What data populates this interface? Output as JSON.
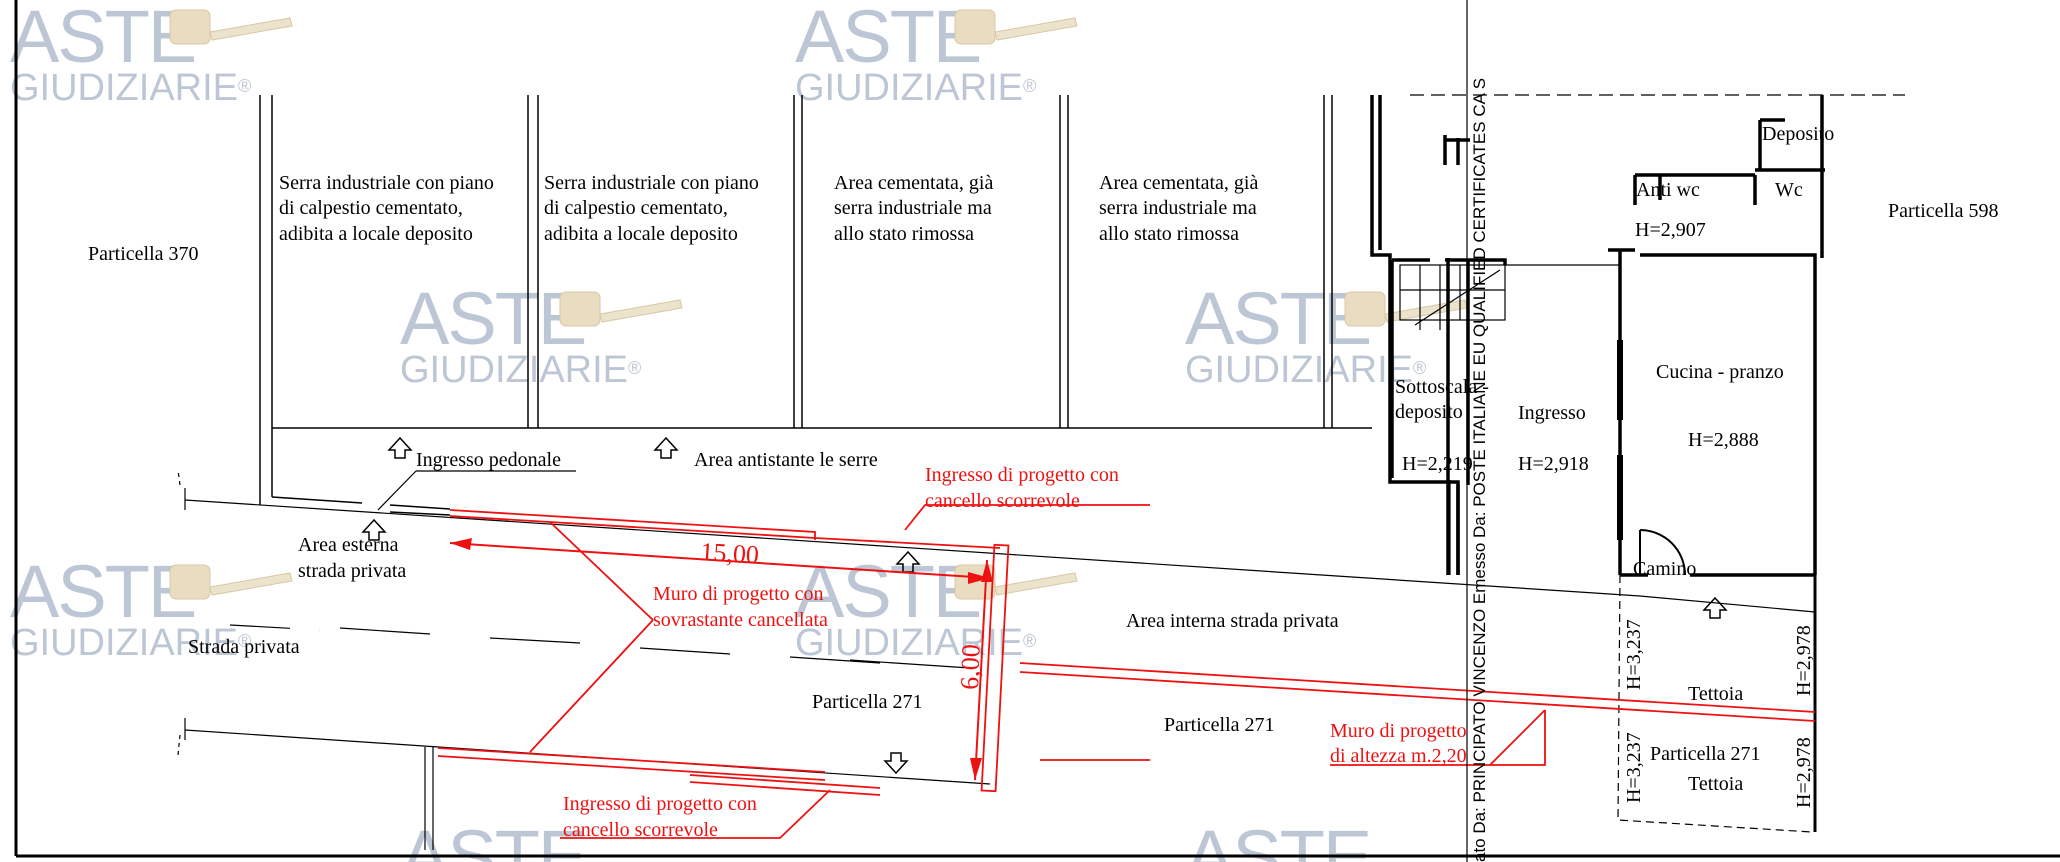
{
  "labels": {
    "particella_370": "Particella 370",
    "particella_598": "Particella 598",
    "particella_271_a": "Particella 271",
    "particella_271_b": "Particella 271",
    "particella_271_c": "Particella 271",
    "serra_1": [
      "Serra industriale con piano",
      "di calpestio cementato,",
      "adibita a locale deposito"
    ],
    "serra_2": [
      "Serra industriale con piano",
      "di calpestio cementato,",
      "adibita a locale deposito"
    ],
    "area_cementata_1": [
      "Area cementata, già",
      "serra industriale ma",
      "allo stato rimossa"
    ],
    "area_cementata_2": [
      "Area cementata, già",
      "serra industriale ma",
      "allo stato rimossa"
    ],
    "ingresso_pedonale": "Ingresso pedonale",
    "area_antistante": "Area antistante le serre",
    "area_esterna": [
      "Area esterna",
      "strada privata"
    ],
    "strada_privata": "Strada privata",
    "area_interna": "Area interna strada privata",
    "deposito": "Deposito",
    "anti_wc": "Anti wc",
    "wc": "Wc",
    "h_2907": "H=2,907",
    "sottoscala": [
      "Sottoscala -",
      "deposito"
    ],
    "h_2219": "H=2,219",
    "ingresso": "Ingresso",
    "h_2918": "H=2,918",
    "cucina": "Cucina - pranzo",
    "h_2888": "H=2,888",
    "camino": "Camino",
    "tettoia_1": "Tettoia",
    "tettoia_2": "Tettoia",
    "h_3237_a": "H=3,237",
    "h_3237_b": "H=3,237",
    "h_2978_a": "H=2,978",
    "h_2978_b": "H=2,978"
  },
  "red_labels": {
    "ingresso_progetto_top": [
      "Ingresso di progetto con",
      "cancello scorrevole"
    ],
    "ingresso_progetto_bottom": [
      "Ingresso di progetto con",
      "cancello scorrevole"
    ],
    "muro_cancellata": [
      "Muro di progetto con",
      "sovrastante cancellata"
    ],
    "muro_altezza": [
      "Muro di progetto",
      "di altezza m.2,20"
    ],
    "dim_15": "15,00",
    "dim_6": "6,00"
  },
  "watermark": {
    "title": "ASTE",
    "subtitle": "GIUDIZIARIE",
    "mark": "®"
  },
  "stamp": "ato Da: PRINCIPATO VINCENZO Emesso Da: POSTE ITALIANE EU QUALIFIED CERTIFICATES CA S",
  "colors": {
    "project_red": "#ee1111",
    "watermark": "#bcc6d4",
    "line": "#000000"
  }
}
